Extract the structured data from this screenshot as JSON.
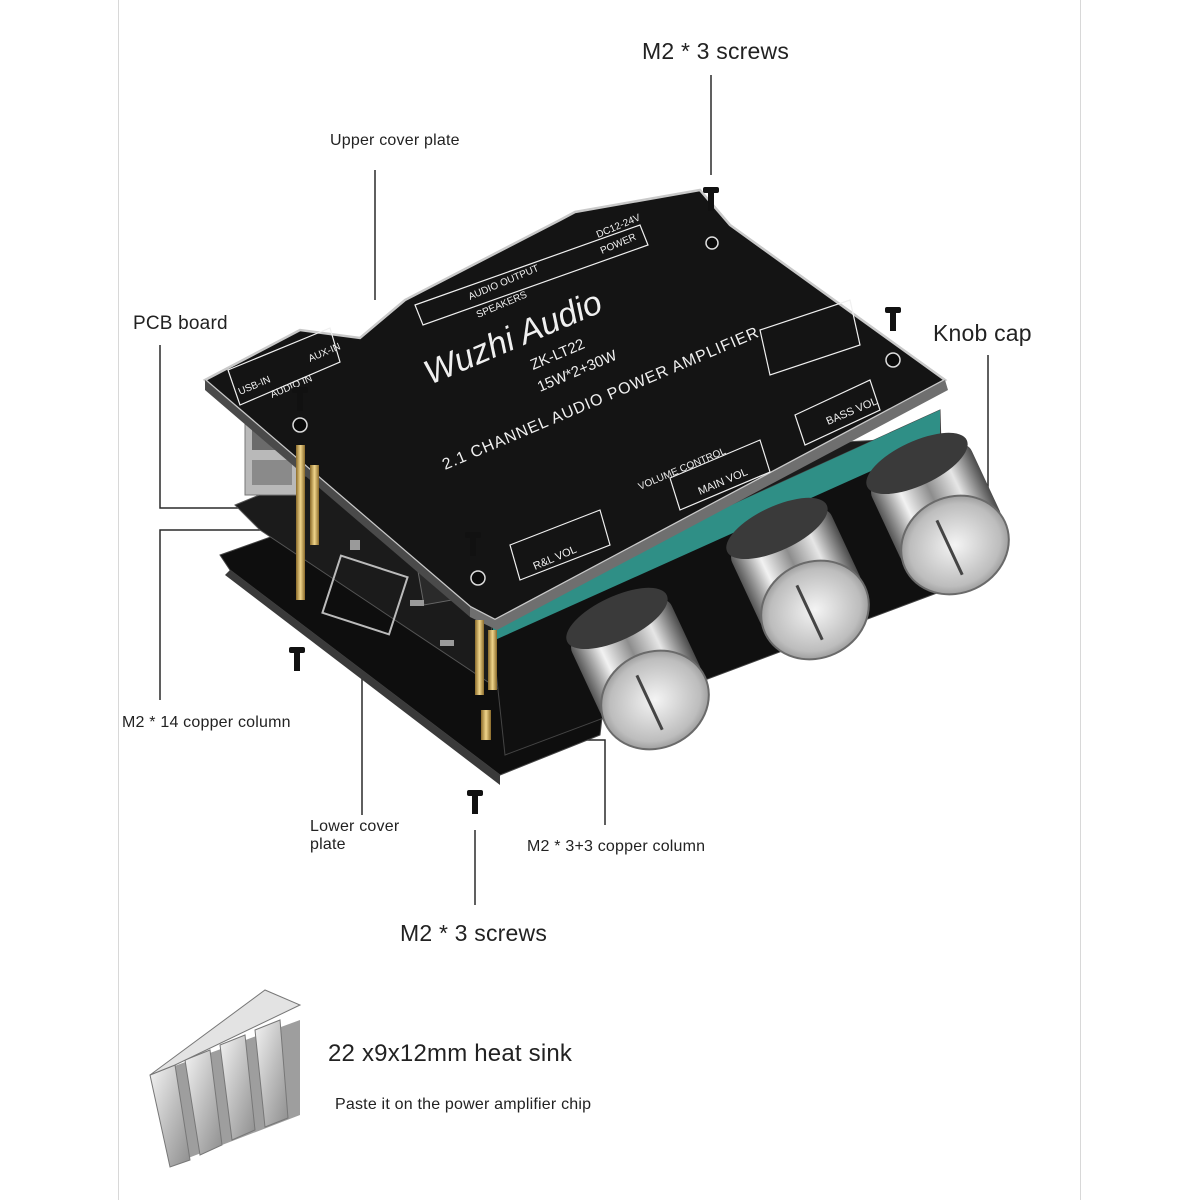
{
  "labels": {
    "top_screws": "M2 * 3 screws",
    "upper_cover": "Upper cover plate",
    "pcb_board": "PCB board",
    "knob_cap": "Knob cap",
    "copper_column_14": "M2 * 14 copper column",
    "lower_cover_line1": "Lower cover",
    "lower_cover_line2": "plate",
    "copper_column_3": "M2 * 3+3 copper column",
    "bottom_screws": "M2 * 3 screws",
    "heat_sink": "22 x9x12mm heat sink",
    "heat_sink_note": "Paste it on the power amplifier chip"
  },
  "board_print": {
    "brand": "Wuzhi Audio",
    "model": "ZK-LT22",
    "power": "15W*2+30W",
    "title": "2.1 CHANNEL AUDIO POWER AMPLIFIER",
    "audio_output": "AUDIO OUTPUT",
    "speakers": "SPEAKERS",
    "power_in": "DC12-24V",
    "power_label": "POWER",
    "usb_in": "USB-IN",
    "aux_in": "AUX-IN",
    "audio_in": "AUDIO IN",
    "volume_control": "VOLUME CONTROL",
    "knob_left": "R&L VOL",
    "knob_mid": "MAIN VOL",
    "knob_right": "BASS VOL"
  },
  "colors": {
    "board_black": "#141414",
    "pcb_black": "#1b1b1b",
    "teal_strip": "#2f8f86",
    "copper": "#c9a85a",
    "chrome_light": "#e9e9e9",
    "chrome_dark": "#5c5c5c",
    "line": "#2a2a2a"
  }
}
